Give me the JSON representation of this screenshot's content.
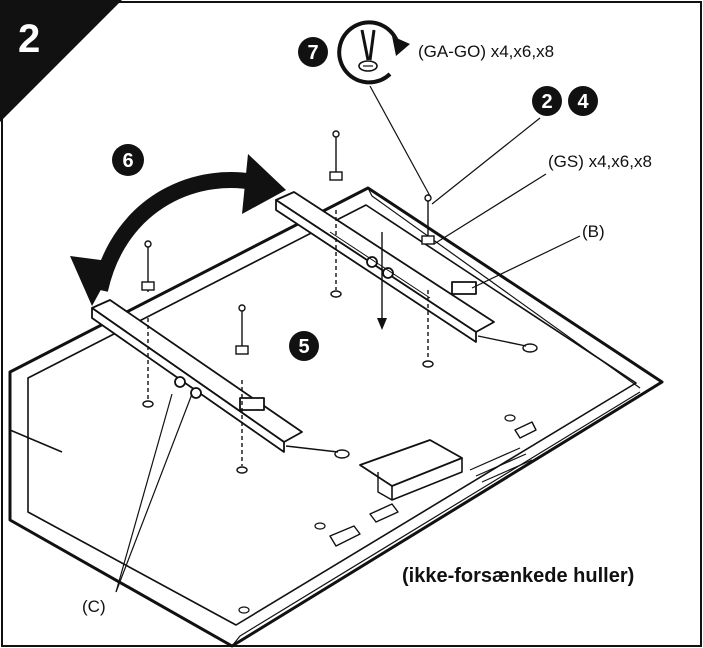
{
  "step_number": "2",
  "badges": {
    "screw_step": "7",
    "spacer_step_a": "2",
    "spacer_step_b": "4",
    "hang_step": "5",
    "rotate_step": "6"
  },
  "labels": {
    "screw_spec": "(GA-GO) x4,x6,x8",
    "spacer_spec": "(GS) x4,x6,x8",
    "part_b": "(B)",
    "part_c": "(C)",
    "hole_note": "(ikke-forsænkede huller)"
  },
  "colors": {
    "ink": "#111111",
    "paper": "#ffffff"
  },
  "icons": [
    "screwdriver-rotate-icon",
    "rotate-arrow-icon"
  ]
}
